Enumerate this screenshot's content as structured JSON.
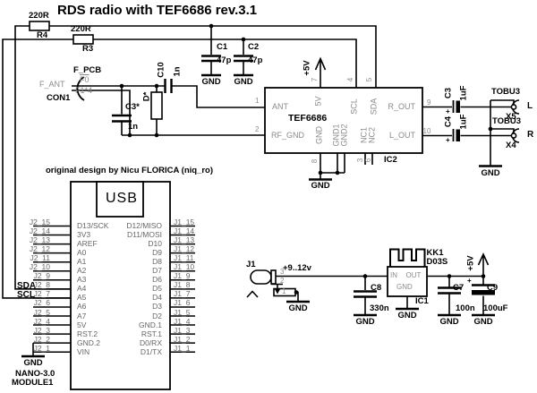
{
  "title": "RDS radio with TEF6686 rev.3.1",
  "credit": "original design by Nicu FLORICA (niq_ro)",
  "colors": {
    "wire": "#000000",
    "pin_text": "#8a8a8a",
    "text": "#000000",
    "background": "#ffffff"
  },
  "nets": {
    "gnd": "GND",
    "plus5v": "+5V",
    "sda": "SDA",
    "scl": "SCL",
    "supply": "+9..12v",
    "f_ant": "F_ANT"
  },
  "components": {
    "r4": {
      "ref": "R4",
      "value": "220R"
    },
    "r3": {
      "ref": "R3",
      "value": "220R"
    },
    "c1": {
      "ref": "C1",
      "value": "47p"
    },
    "c2": {
      "ref": "C2",
      "value": "47p"
    },
    "con1": {
      "ref": "CON1",
      "name": "F_PCB",
      "pin_top": "F0",
      "pin_bottom": "F1*4"
    },
    "c3s": {
      "ref": "C3*",
      "value": "1n"
    },
    "c10": {
      "ref": "C10",
      "value": "1n"
    },
    "ds": {
      "ref": "D*"
    },
    "ic2": {
      "ref": "IC2",
      "part": "TEF6686",
      "pin_names": {
        "ant": "ANT",
        "rf_gnd": "RF_GND",
        "v5": "5V",
        "scl": "SCL",
        "sda": "SDA",
        "r_out": "R_OUT",
        "l_out": "L_OUT",
        "gnd": "GND",
        "gnd1": "GND1",
        "gnd2": "GND2",
        "nc1": "NC1",
        "nc2": "NC2"
      },
      "pin_numbers": {
        "ant": "1",
        "rf_gnd": "2",
        "v5": "7",
        "scl": "4",
        "sda": "5",
        "r_out": "9",
        "l_out": "10",
        "gnd": "8",
        "nc1": "3",
        "nc2": "6"
      }
    },
    "c3": {
      "ref": "C3",
      "value": "1uF",
      "polarity": "+"
    },
    "c4": {
      "ref": "C4",
      "value": "1uF",
      "polarity": "+"
    },
    "x5": {
      "ref": "X5",
      "type": "TOBU3",
      "channel": "L"
    },
    "x4": {
      "ref": "X4",
      "type": "TOBU3",
      "channel": "R"
    },
    "module1": {
      "ref": "MODULE1",
      "name": "NANO-3.0",
      "usb": "USB",
      "left_pins": [
        {
          "pin": "J2_15",
          "name": "D13/SCK"
        },
        {
          "pin": "J2_14",
          "name": "3V3"
        },
        {
          "pin": "J2_13",
          "name": "AREF"
        },
        {
          "pin": "J2_12",
          "name": "A0"
        },
        {
          "pin": "J2_11",
          "name": "A1"
        },
        {
          "pin": "J2_10",
          "name": "A2"
        },
        {
          "pin": "J2_9",
          "name": "A3"
        },
        {
          "pin": "J2_8",
          "name": "A4"
        },
        {
          "pin": "J2_7",
          "name": "A5"
        },
        {
          "pin": "J2_6",
          "name": "A6"
        },
        {
          "pin": "J2_5",
          "name": "A7"
        },
        {
          "pin": "J2_4",
          "name": "5V"
        },
        {
          "pin": "J2_3",
          "name": "RST.2"
        },
        {
          "pin": "J2_2",
          "name": "GND.2"
        },
        {
          "pin": "J2_1",
          "name": "VIN"
        }
      ],
      "right_pins": [
        {
          "pin": "J1_15",
          "name": "D12/MISO"
        },
        {
          "pin": "J1_14",
          "name": "D11/MOSI"
        },
        {
          "pin": "J1_13",
          "name": "D10"
        },
        {
          "pin": "J1_12",
          "name": "D9"
        },
        {
          "pin": "J1_11",
          "name": "D8"
        },
        {
          "pin": "J1_10",
          "name": "D7"
        },
        {
          "pin": "J1_9",
          "name": "D6"
        },
        {
          "pin": "J1_8",
          "name": "D5"
        },
        {
          "pin": "J1_7",
          "name": "D4"
        },
        {
          "pin": "J1_6",
          "name": "D3"
        },
        {
          "pin": "J1_5",
          "name": "D2"
        },
        {
          "pin": "J1_4",
          "name": "GND.1"
        },
        {
          "pin": "J1_3",
          "name": "RST.1"
        },
        {
          "pin": "J1_2",
          "name": "D0/RX"
        },
        {
          "pin": "J1_1",
          "name": "D1/TX"
        }
      ]
    },
    "j1": {
      "ref": "J1",
      "pins": [
        "3",
        "2",
        "1"
      ]
    },
    "c8": {
      "ref": "C8",
      "value": "330n"
    },
    "kk1": {
      "ref": "KK1",
      "value": "D03S"
    },
    "ic1": {
      "ref": "IC1",
      "pin_in": "IN",
      "pin_out": "OUT",
      "pin_gnd": "GND"
    },
    "c7": {
      "ref": "C7",
      "value": "100n"
    },
    "c9": {
      "ref": "C9",
      "value": "100uF",
      "polarity": "+"
    }
  }
}
